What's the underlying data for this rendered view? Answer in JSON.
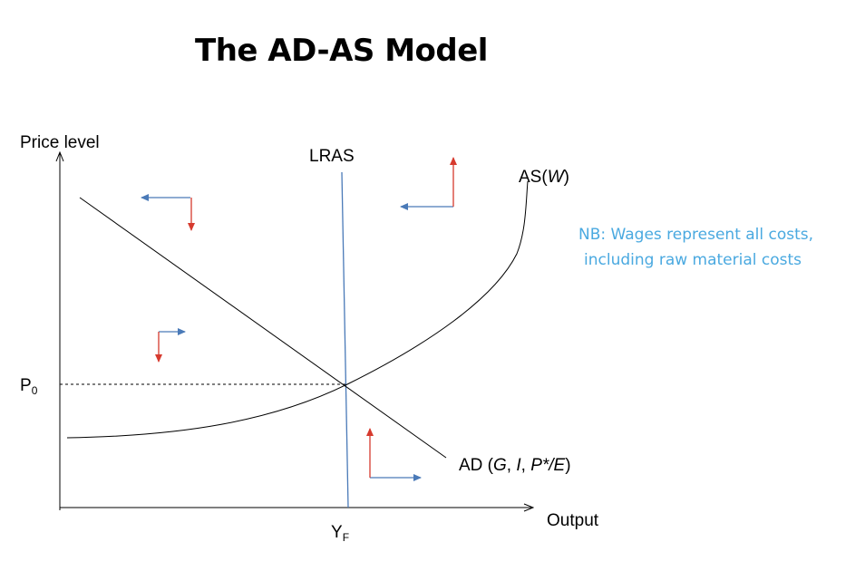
{
  "title": "The AD-AS Model",
  "axes": {
    "y_label": "Price level",
    "x_label": "Output",
    "price_level": {
      "main": "P",
      "sub": "0"
    },
    "full_output": {
      "main": "Y",
      "sub": "F"
    }
  },
  "curves": {
    "lras": {
      "label": "LRAS"
    },
    "as": {
      "prefix": "AS(",
      "var": "W",
      "suffix": ")"
    },
    "ad": {
      "prefix": "AD (",
      "g": "G",
      "sep1": ", ",
      "i": "I",
      "sep2": ", ",
      "p": "P*/E",
      "suffix": ")"
    }
  },
  "note": {
    "line1": "NB: Wages represent all costs,",
    "line2": "including raw material costs"
  },
  "colors": {
    "ink": "#000000",
    "lras_line": "#4a7ab8",
    "arrow_blue": "#4a7ab8",
    "arrow_red": "#d63a2e",
    "note_text": "#4aa9e0"
  }
}
